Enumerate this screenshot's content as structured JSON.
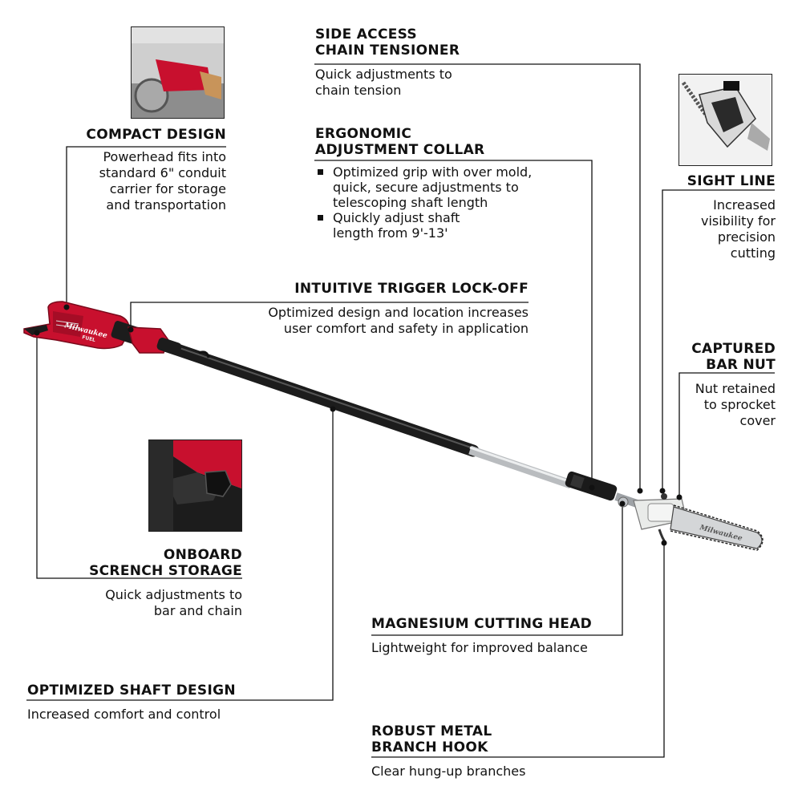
{
  "colors": {
    "brand_red": "#c8102e",
    "shaft": "#1c1c1c",
    "line": "#111111"
  },
  "callouts": {
    "compact": {
      "title": [
        "COMPACT DESIGN"
      ],
      "desc": [
        "Powerhead fits into",
        "standard 6\" conduit",
        "carrier for storage",
        "and transportation"
      ]
    },
    "side_access": {
      "title": [
        "SIDE ACCESS",
        "CHAIN TENSIONER"
      ],
      "desc": [
        "Quick adjustments to",
        "chain tension"
      ]
    },
    "ergonomic": {
      "title": [
        "ERGONOMIC",
        "ADJUSTMENT COLLAR"
      ],
      "bullets": [
        [
          "Optimized grip with over mold,",
          "quick, secure adjustments to",
          "telescoping shaft length"
        ],
        [
          "Quickly adjust shaft",
          "length from 9'-13'"
        ]
      ]
    },
    "sight_line": {
      "title": [
        "SIGHT LINE"
      ],
      "desc": [
        "Increased",
        "visibility for",
        "precision",
        "cutting"
      ]
    },
    "trigger": {
      "title": [
        "INTUITIVE TRIGGER LOCK-OFF"
      ],
      "desc": [
        "Optimized design and location increases",
        "user comfort and safety in application"
      ]
    },
    "bar_nut": {
      "title": [
        "CAPTURED",
        "BAR NUT"
      ],
      "desc": [
        "Nut retained",
        "to sprocket",
        "cover"
      ]
    },
    "scrench": {
      "title": [
        "ONBOARD",
        "SCRENCH STORAGE"
      ],
      "desc": [
        "Quick adjustments to",
        "bar and chain"
      ]
    },
    "magnesium": {
      "title": [
        "MAGNESIUM CUTTING HEAD"
      ],
      "desc": [
        "Lightweight for improved balance"
      ]
    },
    "shaft": {
      "title": [
        "OPTIMIZED SHAFT DESIGN"
      ],
      "desc": [
        "Increased comfort and control"
      ]
    },
    "hook": {
      "title": [
        "ROBUST METAL",
        "BRANCH HOOK"
      ],
      "desc": [
        "Clear hung-up branches"
      ]
    }
  },
  "product": {
    "brand_logo": "Milwaukee",
    "fuel_badge": "FUEL",
    "bar_logo": "Milwaukee"
  }
}
